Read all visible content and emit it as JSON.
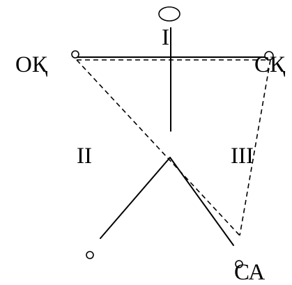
{
  "labels": {
    "top_roman": "I",
    "left_roman": "II",
    "right_roman": "III",
    "left_abbrev": "OҚ",
    "right_abbrev": "СҚ",
    "bottom_abbrev": "СА"
  },
  "colors": {
    "ink": "#000000",
    "background": "#ffffff"
  }
}
